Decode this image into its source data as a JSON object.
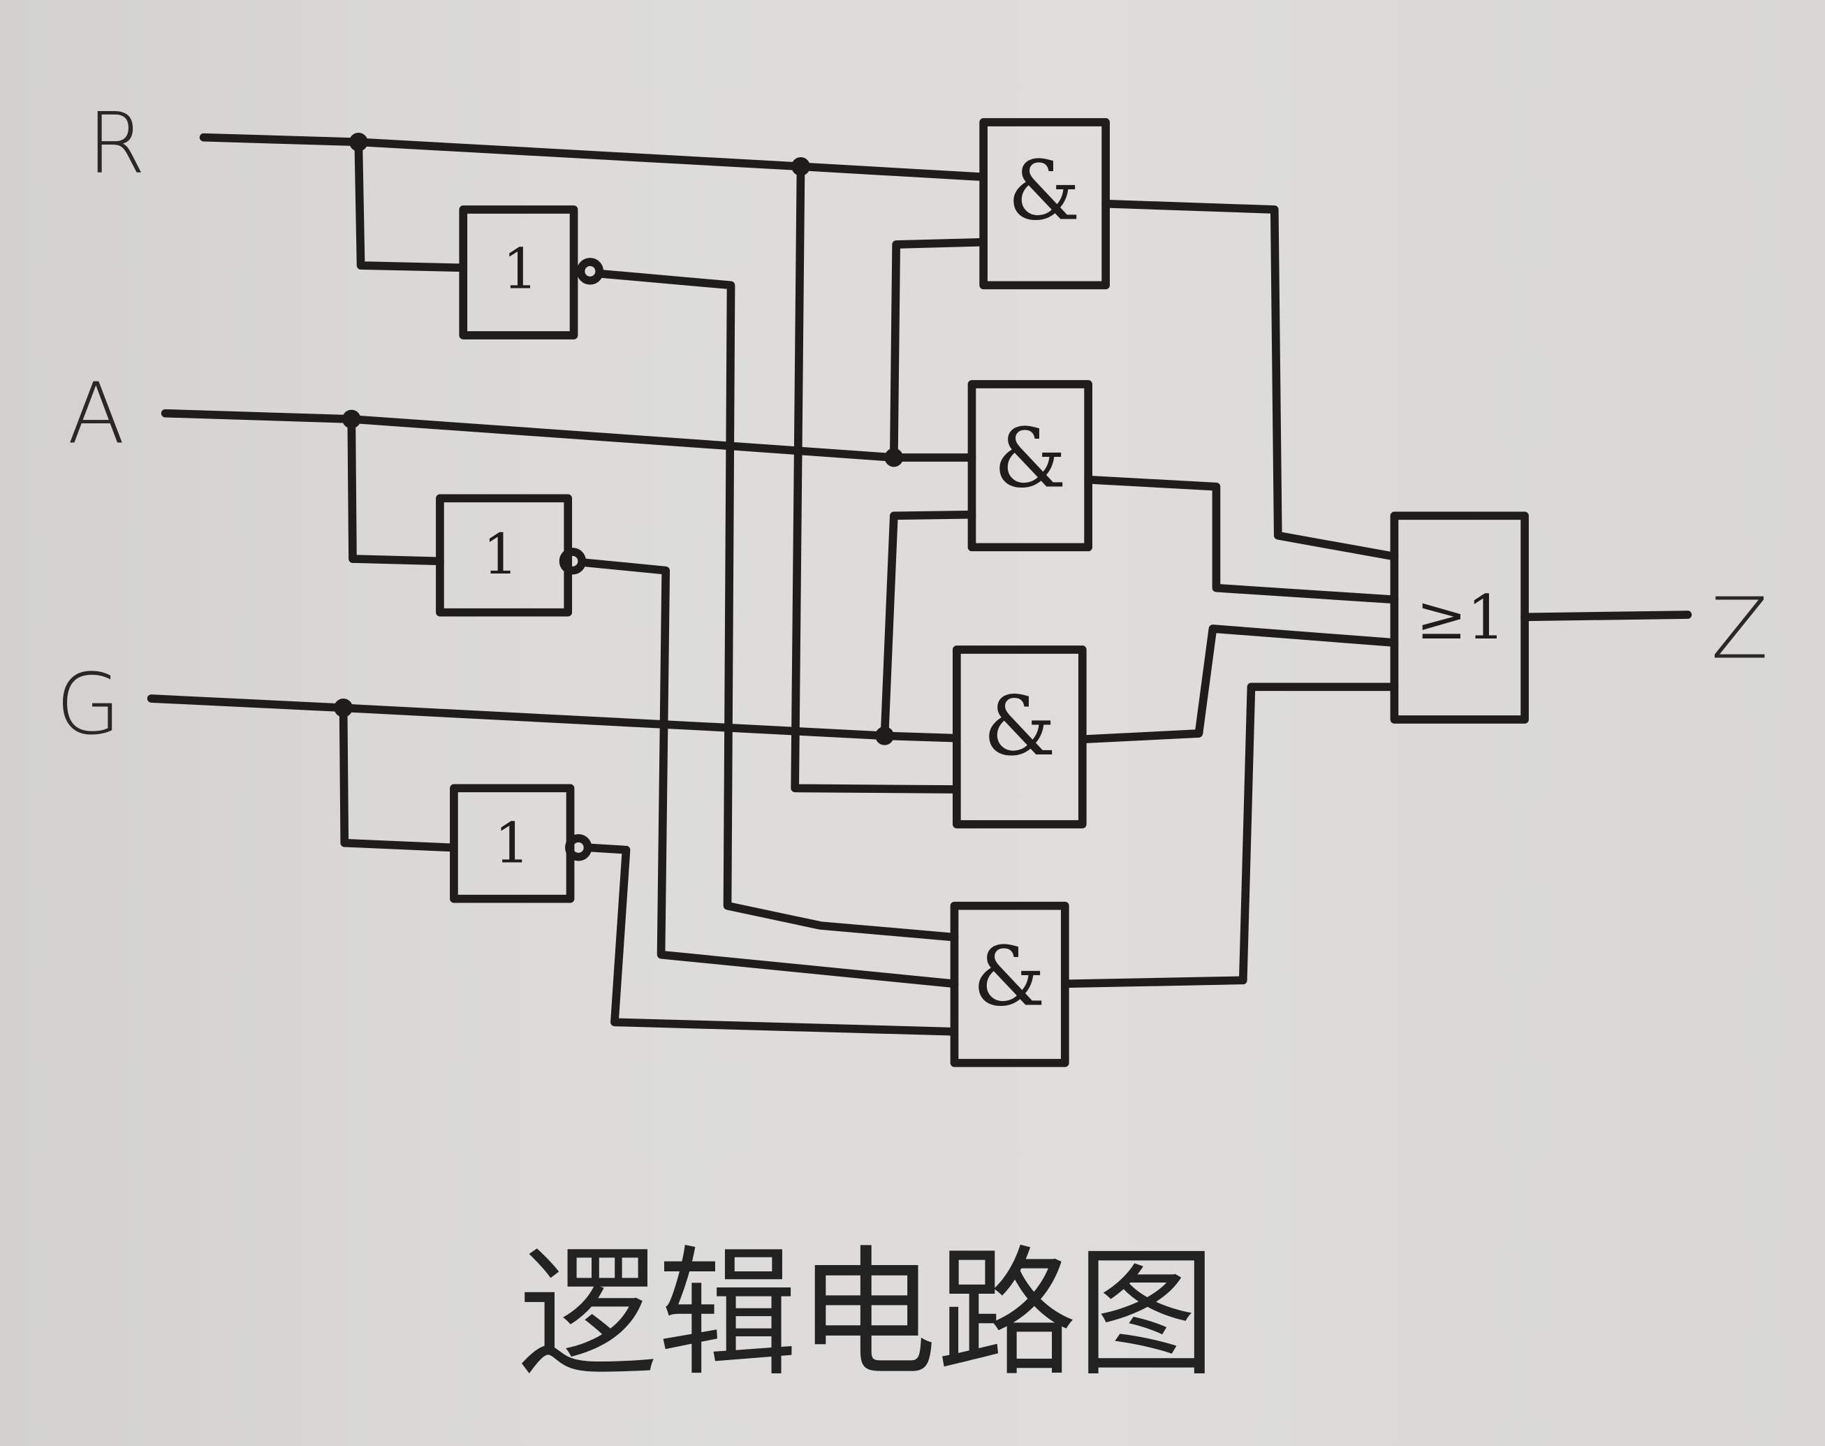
{
  "diagram": {
    "title": "逻辑电路图",
    "inputs": [
      {
        "id": "R",
        "label": "R"
      },
      {
        "id": "A",
        "label": "A"
      },
      {
        "id": "G",
        "label": "G"
      }
    ],
    "output": {
      "id": "Z",
      "label": "Z"
    },
    "not_gates": [
      {
        "id": "not_R",
        "symbol": "1",
        "input": "R"
      },
      {
        "id": "not_A",
        "symbol": "1",
        "input": "A"
      },
      {
        "id": "not_G",
        "symbol": "1",
        "input": "G"
      }
    ],
    "and_gates": [
      {
        "id": "and1",
        "symbol": "&",
        "inputs": [
          "R",
          "A"
        ]
      },
      {
        "id": "and2",
        "symbol": "&",
        "inputs": [
          "A",
          "G"
        ]
      },
      {
        "id": "and3",
        "symbol": "&",
        "inputs": [
          "G",
          "R"
        ]
      },
      {
        "id": "and4",
        "symbol": "&",
        "inputs": [
          "not R",
          "not A",
          "not G"
        ]
      }
    ],
    "or_gate": {
      "id": "or1",
      "symbol": "≥1",
      "inputs": [
        "and1",
        "and2",
        "and3",
        "and4"
      ],
      "output": "Z"
    },
    "colors": {
      "ink": "#1f1d1c",
      "paper": "#dcdbd9"
    }
  }
}
